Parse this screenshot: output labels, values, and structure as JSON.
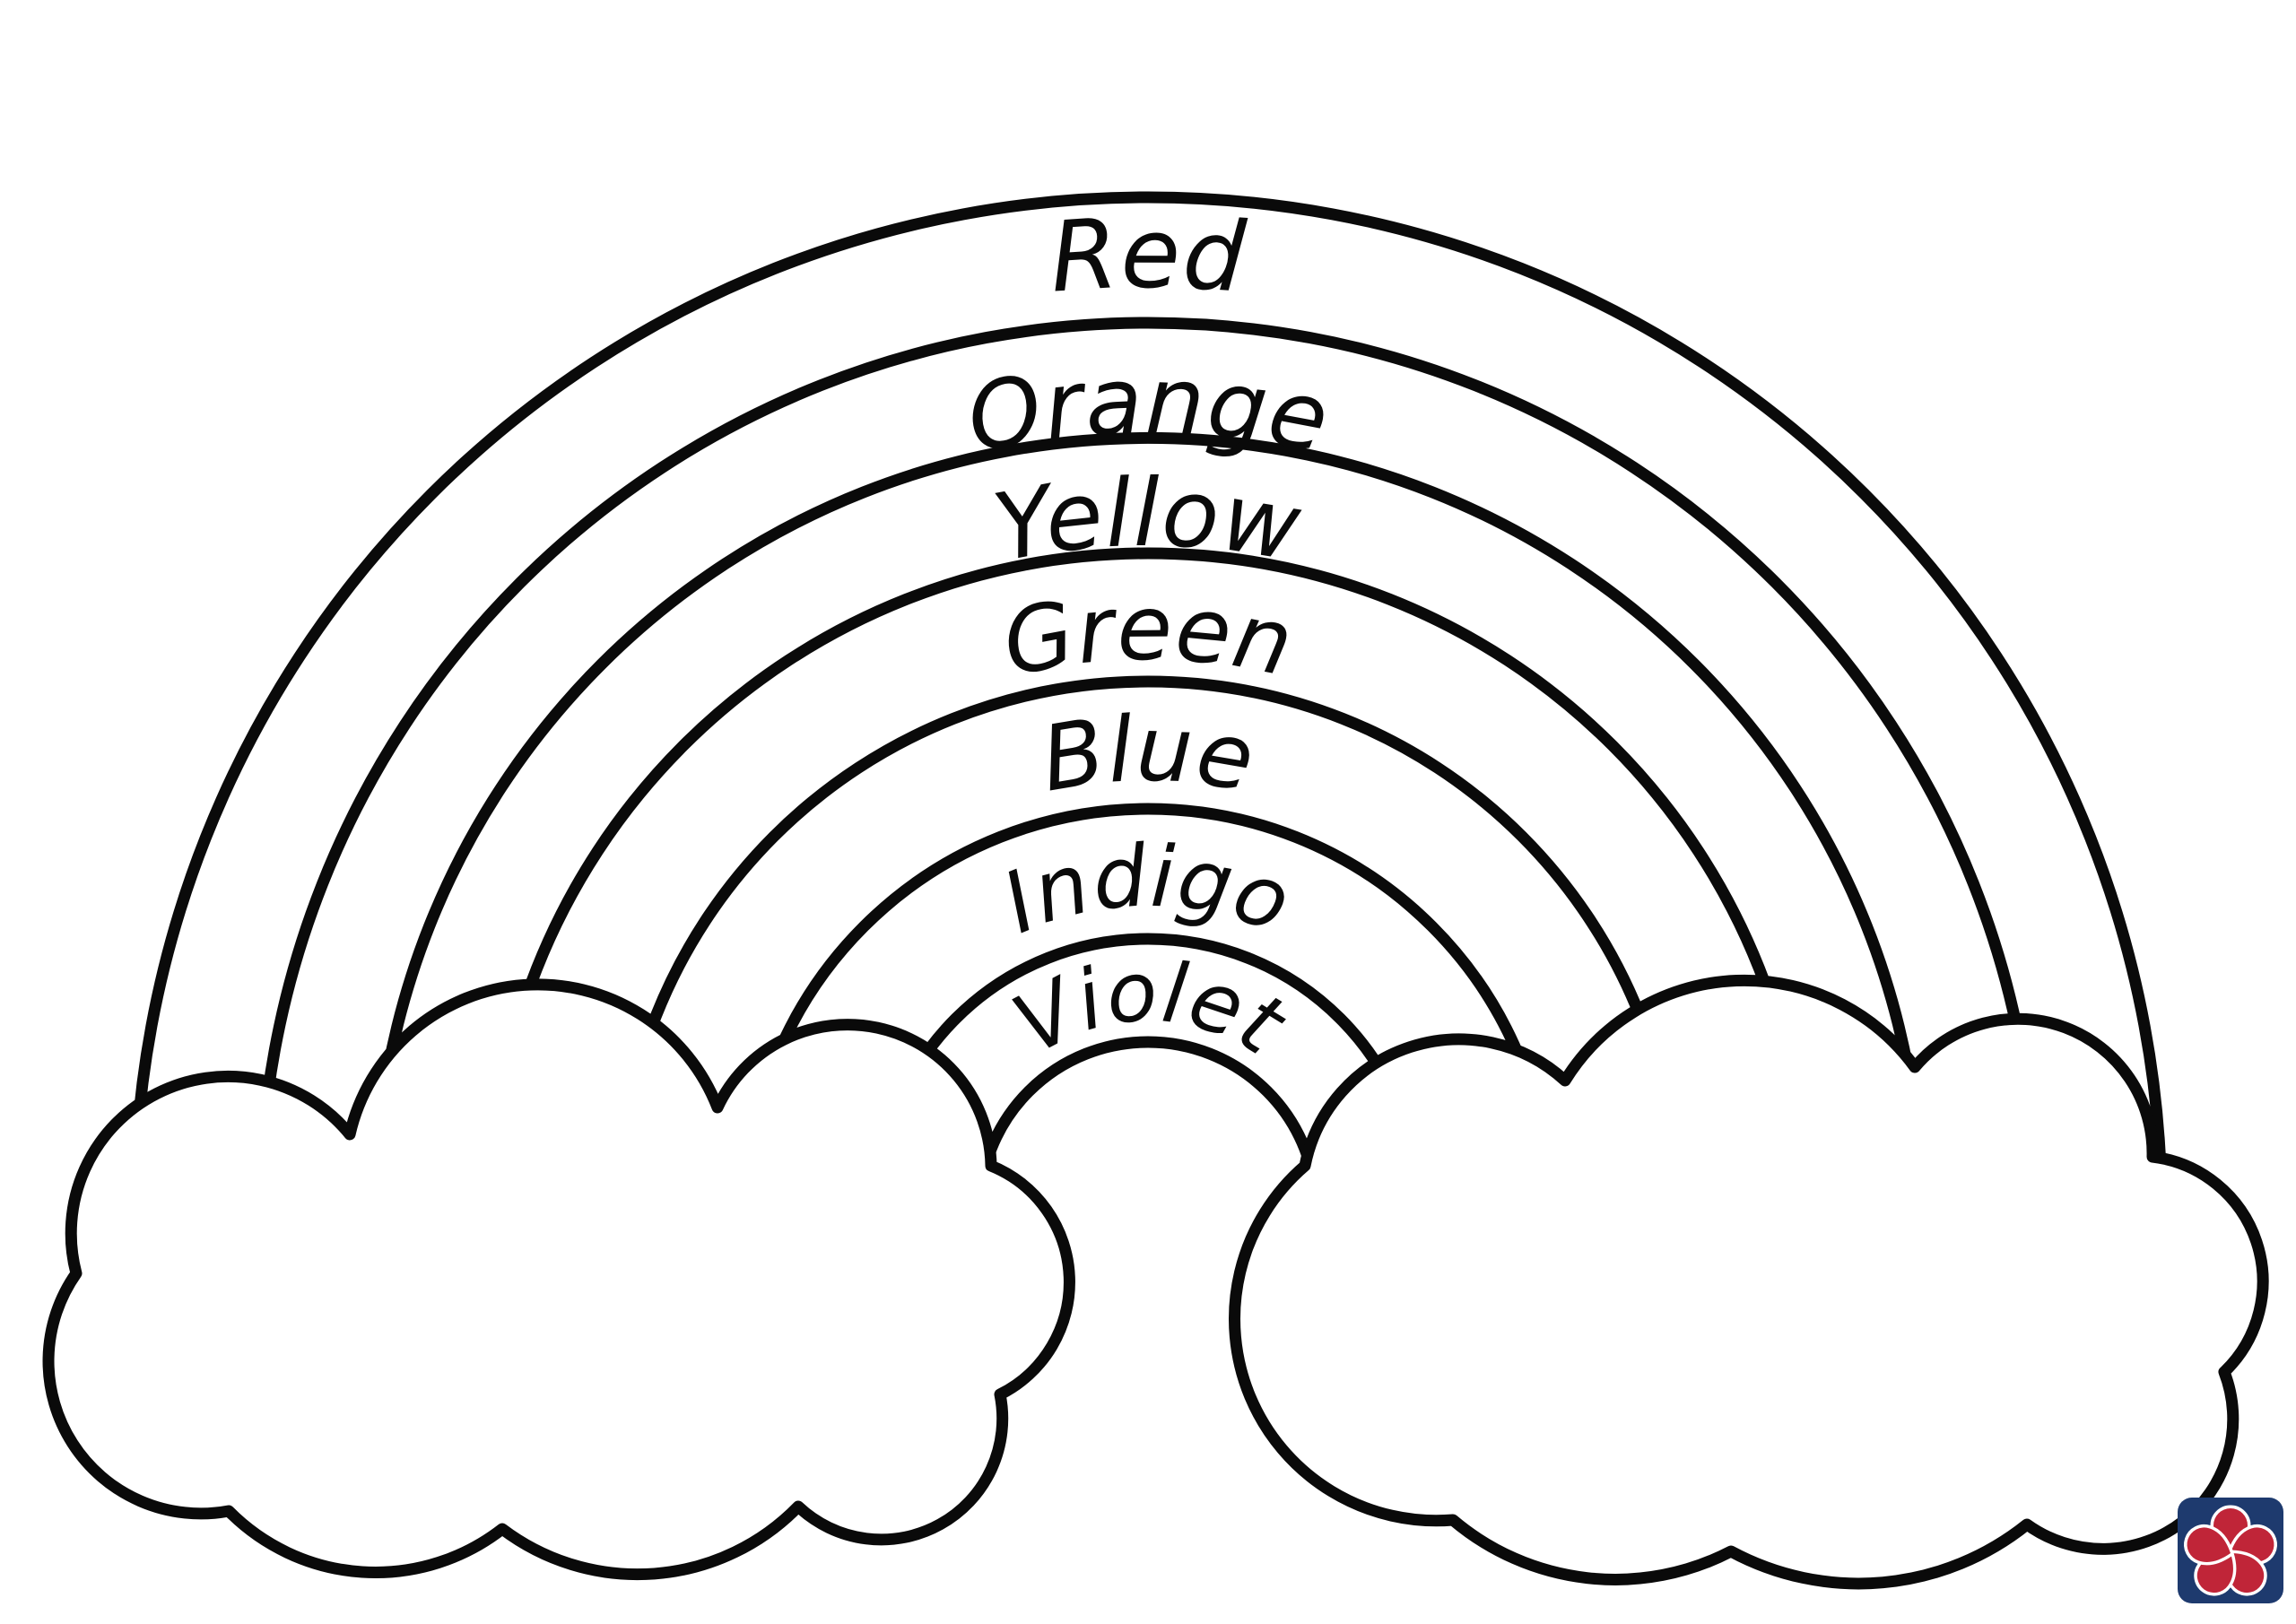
{
  "artwork": {
    "background_color": "#ffffff",
    "line_color": "#0a0a0a",
    "cloud_fill": "#ffffff"
  },
  "rainbow": {
    "bands": [
      {
        "label": "Red"
      },
      {
        "label": "Orange"
      },
      {
        "label": "Yellow"
      },
      {
        "label": "Green"
      },
      {
        "label": "Blue"
      },
      {
        "label": "Indigo"
      },
      {
        "label": "Violet"
      }
    ]
  },
  "logo": {
    "background_color": "#1e3a6e",
    "flower_color": "#c02538",
    "outline_color": "#ffffff"
  }
}
